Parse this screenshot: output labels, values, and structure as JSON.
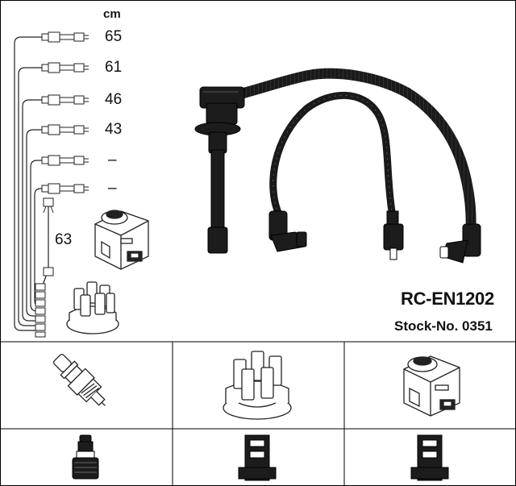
{
  "unit_label": "cm",
  "lengths": [
    "65",
    "61",
    "46",
    "43",
    "–",
    "–"
  ],
  "coil_lead_length": "63",
  "part_number": "RC-EN1202",
  "stock_number": "Stock-No. 0351",
  "components": [
    "spark-plug",
    "distributor-cap",
    "ignition-coil"
  ],
  "connectors": [
    "plug-boot-connector",
    "cap-terminal",
    "coil-terminal"
  ]
}
